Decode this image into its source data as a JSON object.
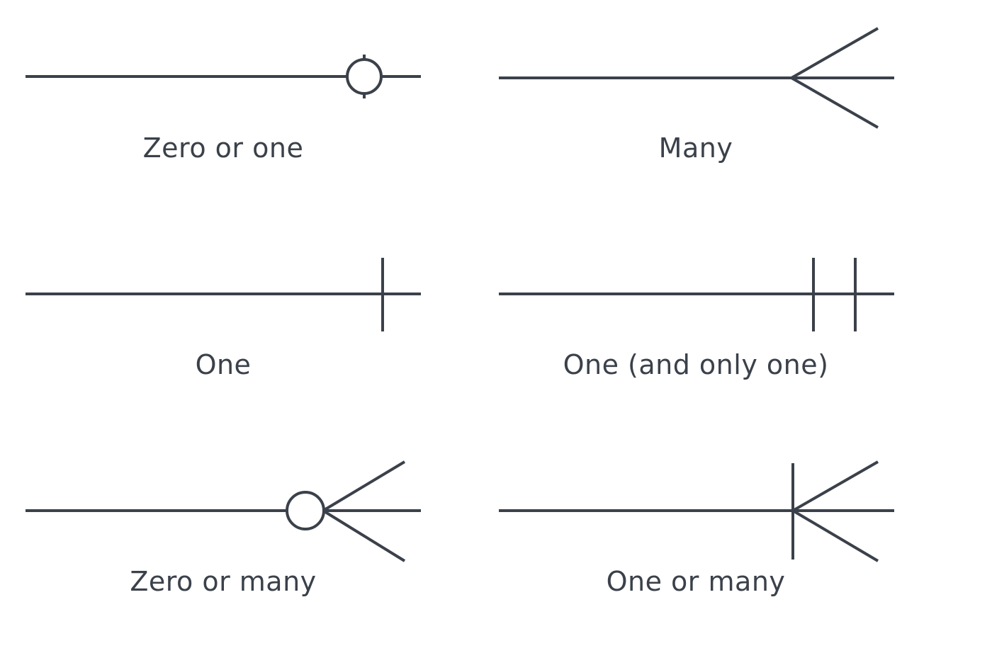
{
  "symbols": [
    {
      "label": "Zero or one"
    },
    {
      "label": "Many"
    },
    {
      "label": "One"
    },
    {
      "label": "One (and only one)"
    },
    {
      "label": "Zero or many"
    },
    {
      "label": "One or many"
    }
  ],
  "colors": {
    "stroke": "#3b414a",
    "background": "#ffffff"
  }
}
